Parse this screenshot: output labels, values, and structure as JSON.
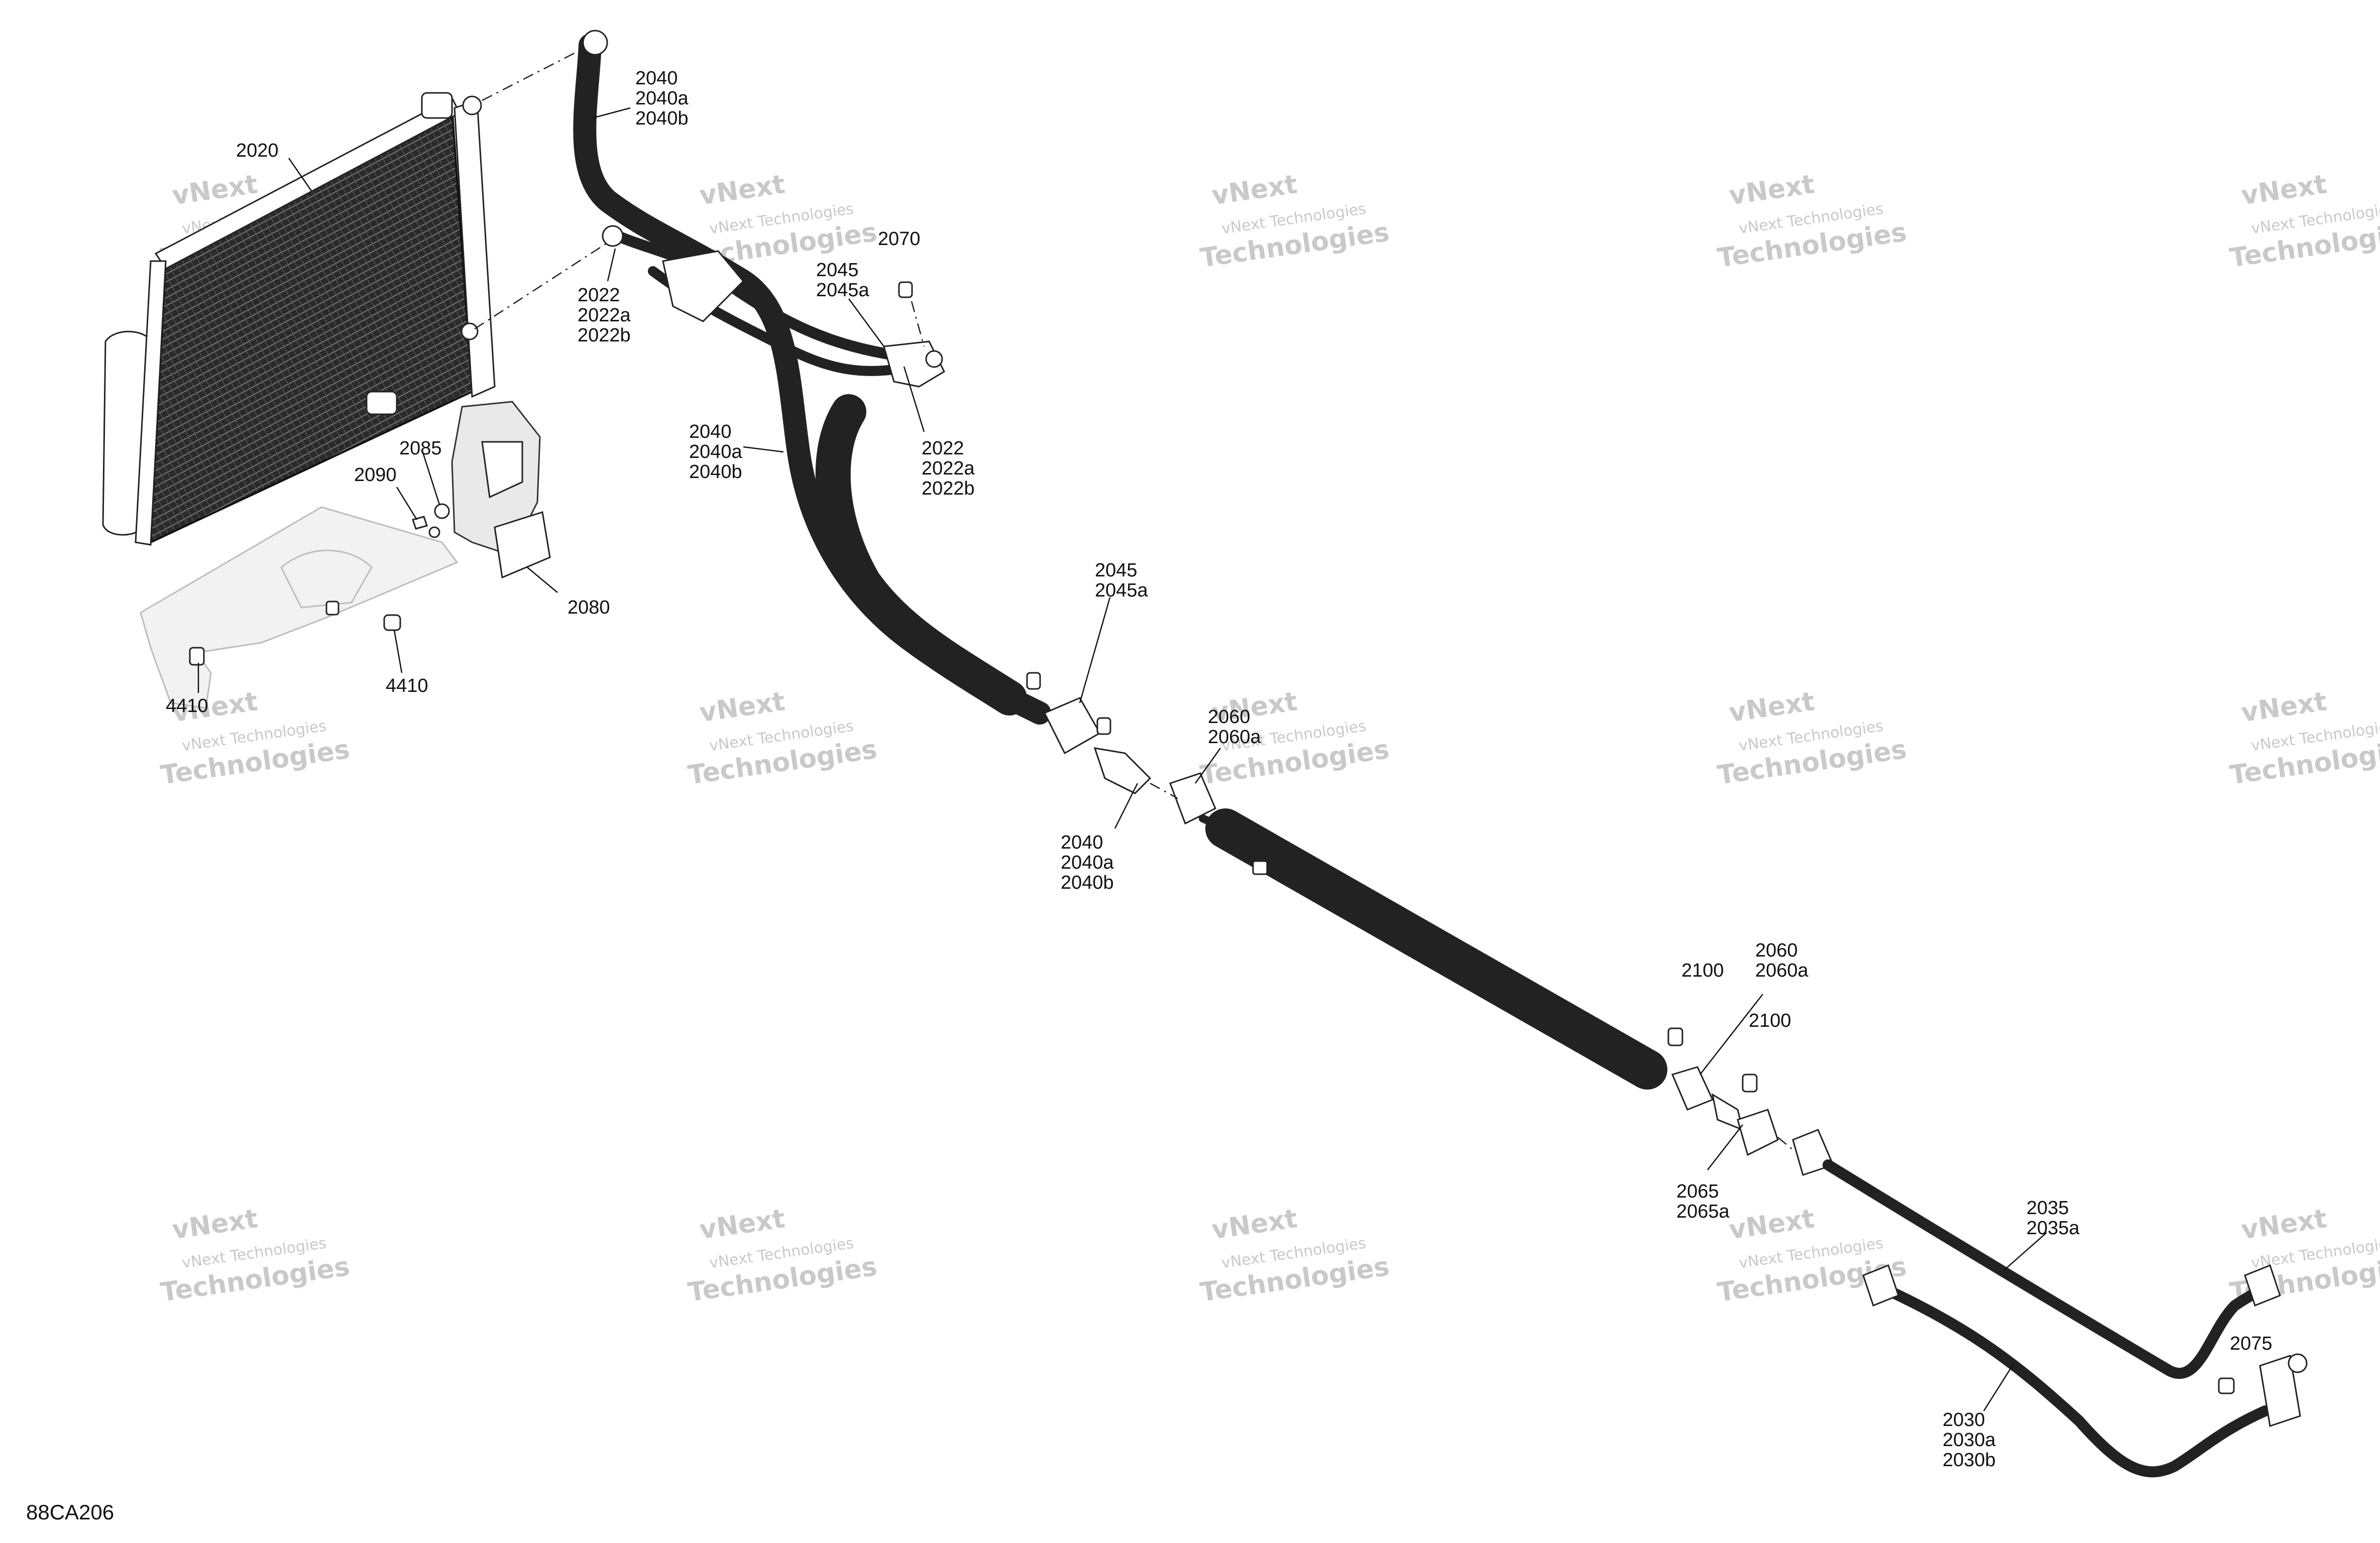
{
  "diagram_code": "88CA206",
  "watermark": {
    "line1": "vNext Technologies",
    "line2": "vNext",
    "line3": "Technologies"
  },
  "callouts": {
    "c2020": [
      "2020"
    ],
    "c2040_top": [
      "2040",
      "2040a",
      "2040b"
    ],
    "c2022_top": [
      "2022",
      "2022a",
      "2022b"
    ],
    "c2045_top": [
      "2045",
      "2045a"
    ],
    "c2070": [
      "2070"
    ],
    "c2040_mid": [
      "2040",
      "2040a",
      "2040b"
    ],
    "c2022_mid": [
      "2022",
      "2022a",
      "2022b"
    ],
    "c2085": [
      "2085"
    ],
    "c2090": [
      "2090"
    ],
    "c2080": [
      "2080"
    ],
    "c4410_left": [
      "4410"
    ],
    "c4410_right": [
      "4410"
    ],
    "c2045_mid": [
      "2045",
      "2045a"
    ],
    "c2060_mid": [
      "2060",
      "2060a"
    ],
    "c2040_low": [
      "2040",
      "2040a",
      "2040b"
    ],
    "c2100_a": [
      "2100"
    ],
    "c2060_right": [
      "2060",
      "2060a"
    ],
    "c2100_b": [
      "2100"
    ],
    "c2065": [
      "2065",
      "2065a"
    ],
    "c2035": [
      "2035",
      "2035a"
    ],
    "c2075": [
      "2075"
    ],
    "c2030": [
      "2030",
      "2030a",
      "2030b"
    ]
  }
}
